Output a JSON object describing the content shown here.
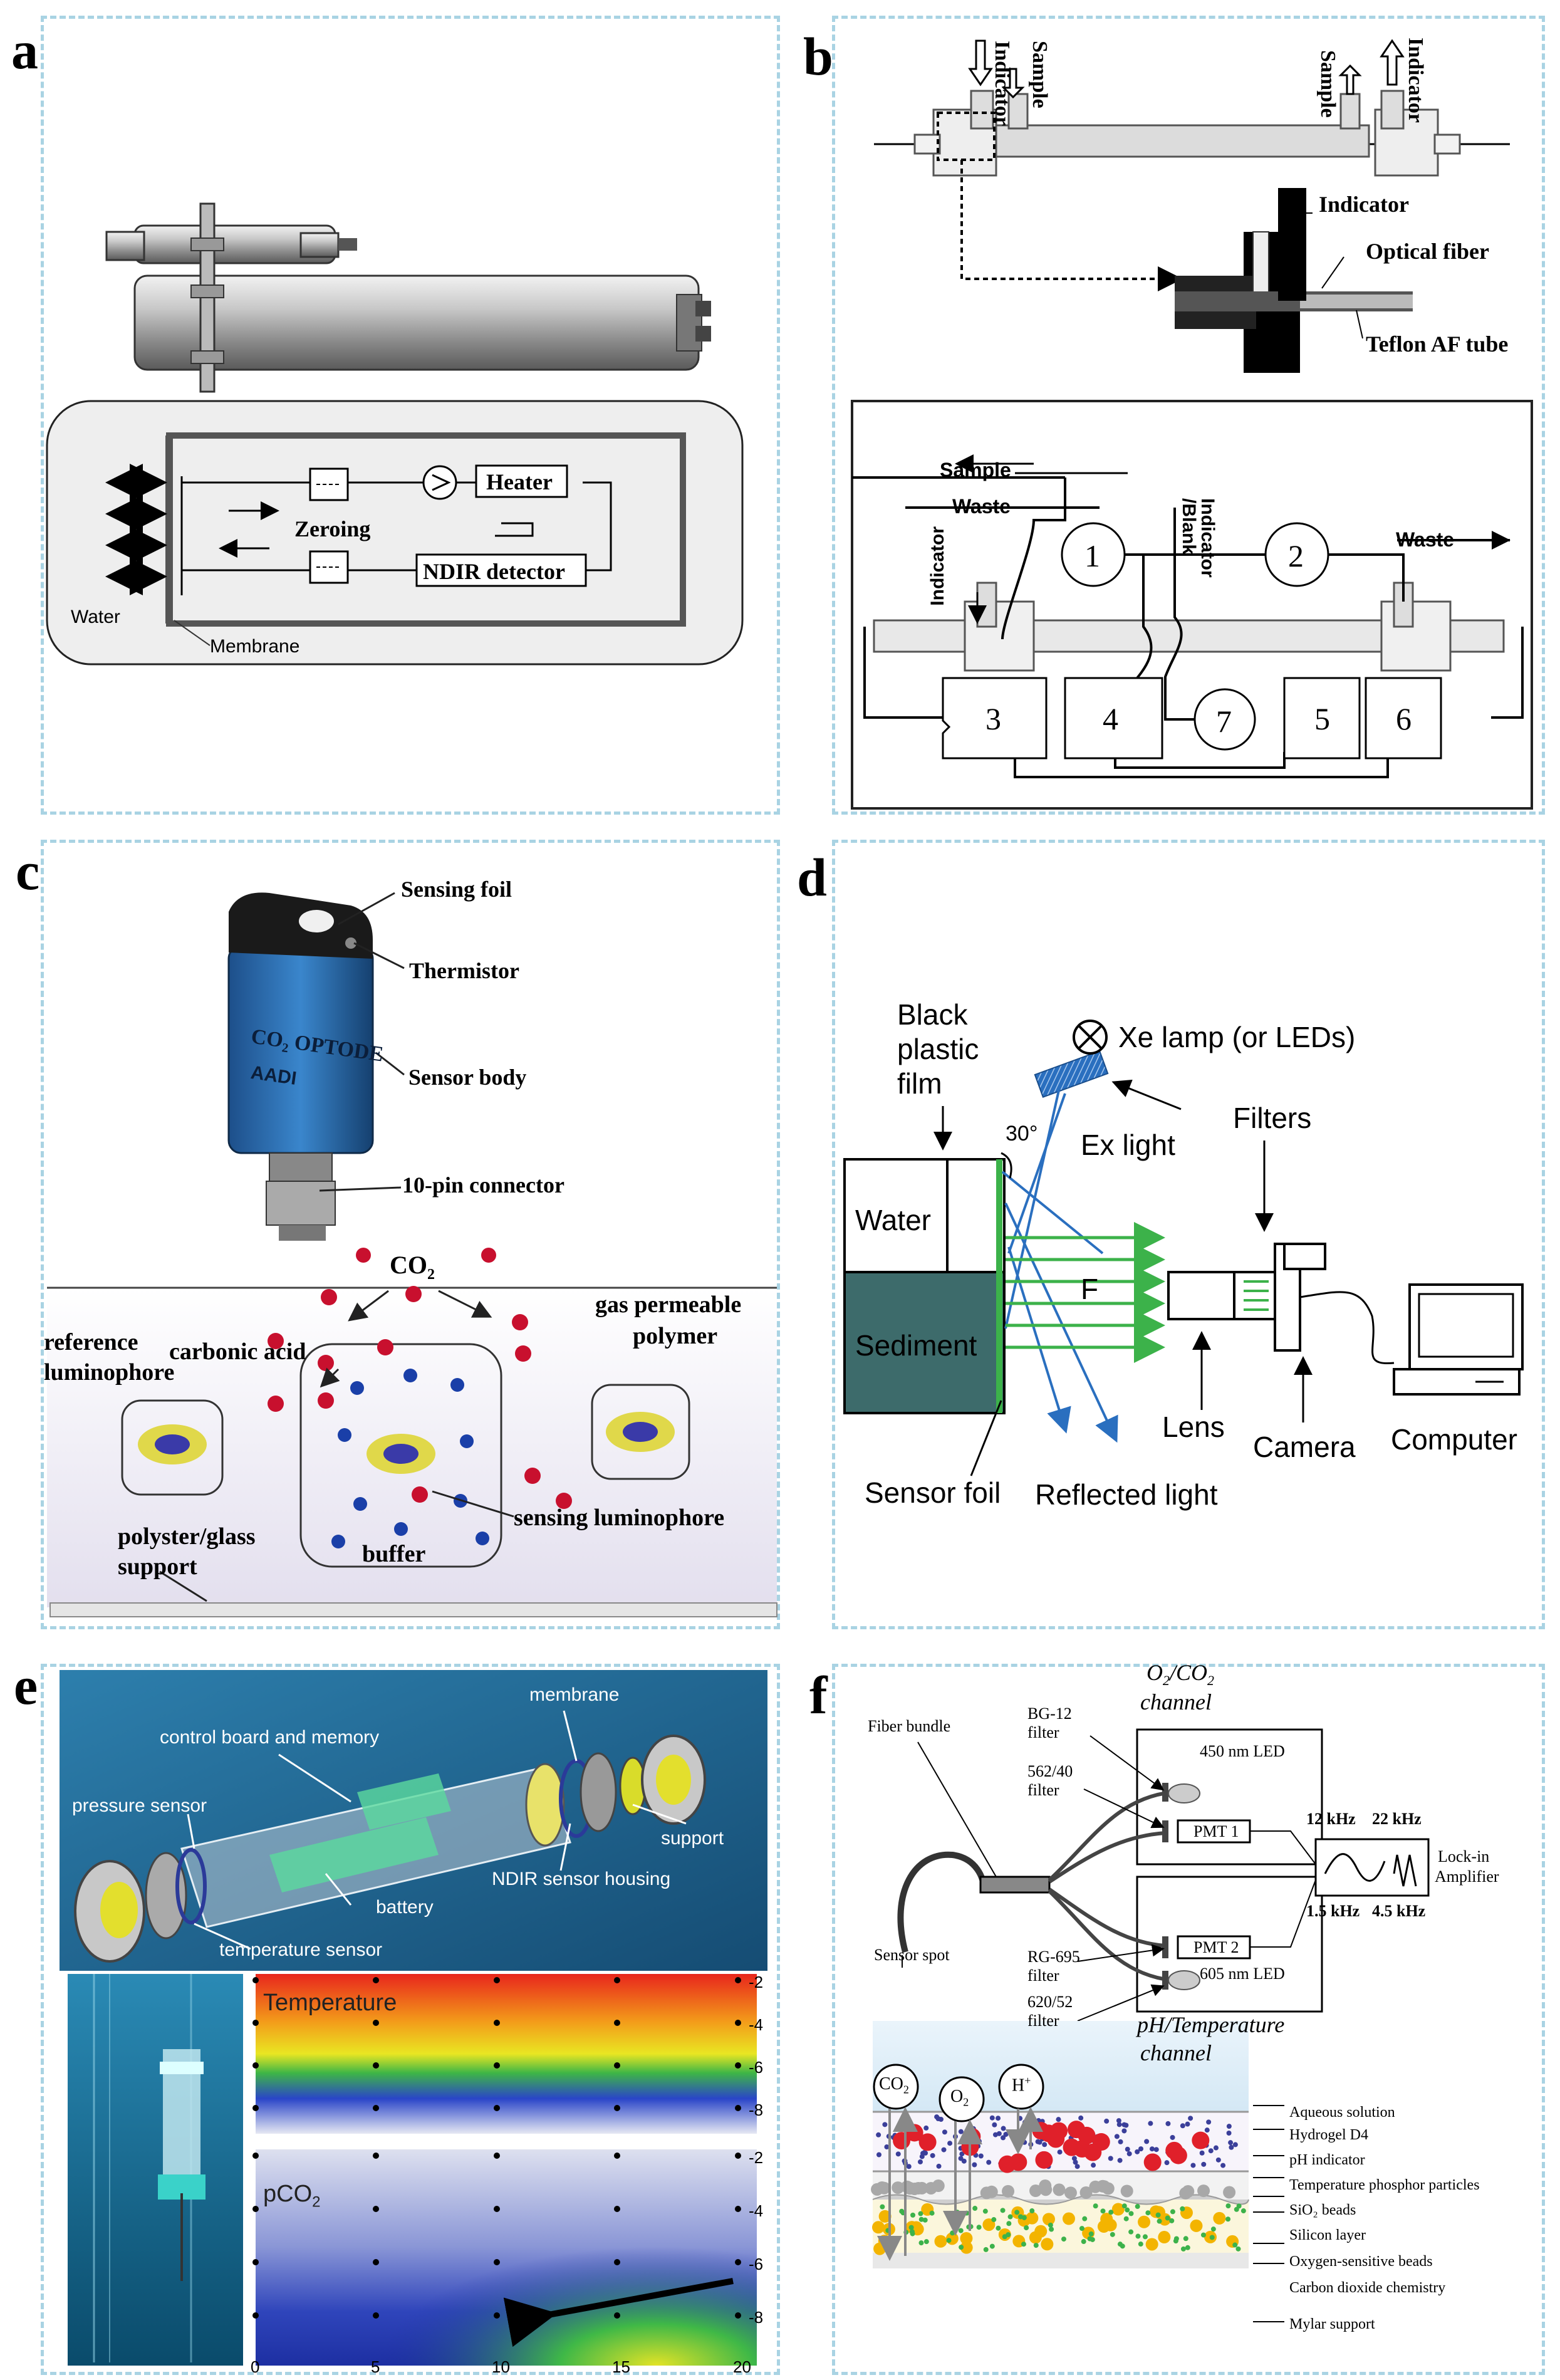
{
  "panel_letters": [
    "a",
    "b",
    "c",
    "d",
    "e",
    "f"
  ],
  "panel_a": {
    "heater": "Heater",
    "zeroing": "Zeroing",
    "ndir": "NDIR detector",
    "water": "Water",
    "membrane": "Membrane"
  },
  "panel_b": {
    "indicator_left": "Indicator",
    "sample_left": "Sample",
    "sample_right": "Sample",
    "indicator_right": "Indicator",
    "indicator_zoom": "Indicator",
    "optical_fiber": "Optical fiber",
    "teflon": "Teflon AF tube",
    "flow_sample": "Sample",
    "flow_waste_left": "Waste",
    "flow_waste_right": "Waste",
    "flow_indicator": "Indicator",
    "flow_indicator_blank_1": "Indicator",
    "flow_indicator_blank_2": "/Blank",
    "numbers": [
      "1",
      "2",
      "3",
      "4",
      "5",
      "6",
      "7"
    ]
  },
  "panel_c": {
    "sensing_foil": "Sensing foil",
    "thermistor": "Thermistor",
    "sensor_body": "Sensor body",
    "connector": "10-pin connector",
    "co2": "CO",
    "co2_sub": "2",
    "gas_permeable_1": "gas permeable",
    "gas_permeable_2": "polymer",
    "reference_1": "reference",
    "reference_2": "luminophore",
    "carbonic_acid": "carbonic acid",
    "sensing_luminophore": "sensing luminophore",
    "support_1": "polyster/glass",
    "support_2": "support",
    "buffer": "buffer",
    "device_text_1": "CO₂ OPTODE",
    "device_text_2": "AADI"
  },
  "panel_d": {
    "black_1": "Black",
    "black_2": "plastic",
    "black_3": "film",
    "lamp": "Xe lamp (or LEDs)",
    "angle": "30°",
    "ex_light": "Ex light",
    "filters": "Filters",
    "water": "Water",
    "f": "F",
    "sediment": "Sediment",
    "lens": "Lens",
    "camera": "Camera",
    "computer": "Computer",
    "sensor_foil": "Sensor foil",
    "reflected": "Reflected light"
  },
  "panel_e": {
    "membrane": "membrane",
    "control_board": "control board and memory",
    "pressure": "pressure sensor",
    "support": "support",
    "ndir_housing": "NDIR sensor housing",
    "battery": "battery",
    "temperature_sensor": "temperature sensor",
    "temperature_plot_label": "Temperature",
    "pco2_plot_label_main": "pCO",
    "pco2_plot_label_sub": "2",
    "temp_y_ticks": [
      "-2",
      "-4",
      "-6",
      "-8"
    ],
    "pco2_y_ticks": [
      "-2",
      "-4",
      "-6",
      "-8"
    ],
    "x_ticks": [
      "0",
      "5",
      "10",
      "15",
      "20"
    ]
  },
  "panel_f": {
    "channel_top_1": "O",
    "channel_top_2": "/CO",
    "channel_top_3": "channel",
    "fiber_bundle": "Fiber bundle",
    "bg12_1": "BG-12",
    "bg12_2": "filter",
    "led450": "450 nm LED",
    "f562_1": "562/40",
    "f562_2": "filter",
    "pmt1": "PMT 1",
    "pmt2": "PMT 2",
    "khz12": "12 kHz",
    "khz22": "22 kHz",
    "khz15": "1.5 kHz",
    "khz45": "4.5 kHz",
    "lockin_1": "Lock-in",
    "lockin_2": "Amplifier",
    "sensor_spot": "Sensor spot",
    "rg695_1": "RG-695",
    "rg695_2": "filter",
    "led605": "605 nm LED",
    "f620_1": "620/52",
    "f620_2": "filter",
    "channel_bottom_1": "pH/Temperature",
    "channel_bottom_2": "channel",
    "co2": "CO",
    "o2": "O",
    "h": "H",
    "layers": [
      "Aqueous solution",
      "Hydrogel D4",
      "pH indicator",
      "Temperature phosphor particles",
      "SiO₂ beads",
      "Silicon layer",
      "Oxygen-sensitive beads",
      "Carbon dioxide chemistry",
      "Mylar support"
    ]
  },
  "colors": {
    "panel_border": "#a9d3e3",
    "sediment": "#3d6b6b",
    "ex_light": "#2a6fbf",
    "fluorescence": "#3cb24a",
    "panel_e_bg": "#1b5f8a"
  }
}
